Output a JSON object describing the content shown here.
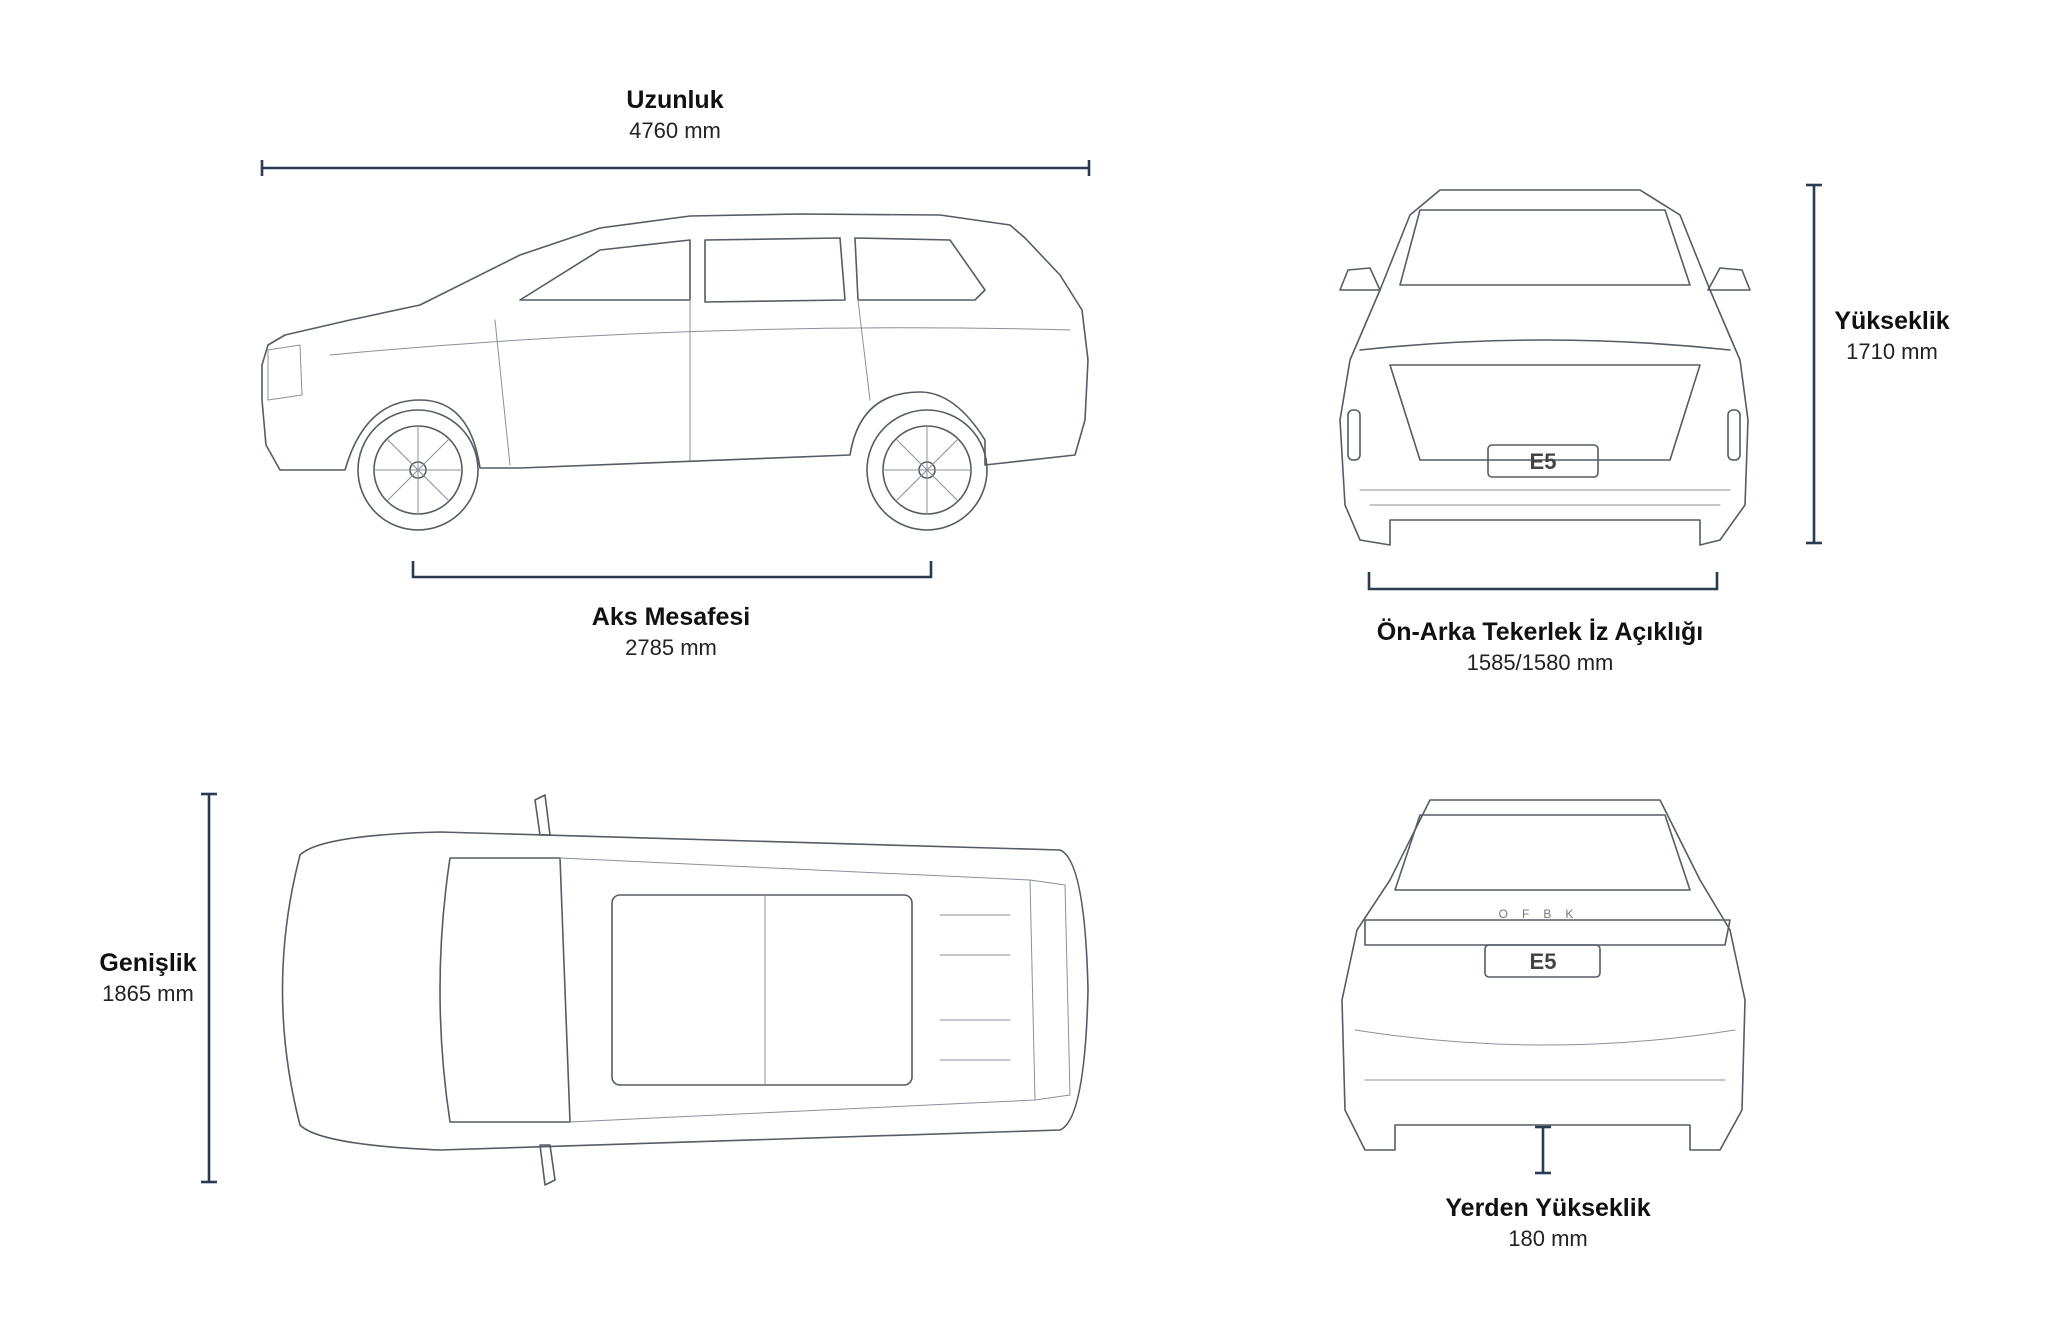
{
  "dimensions": {
    "length": {
      "label": "Uzunluk",
      "value": "4760 mm"
    },
    "wheelbase": {
      "label": "Aks Mesafesi",
      "value": "2785 mm"
    },
    "height": {
      "label": "Yükseklik",
      "value": "1710 mm"
    },
    "track": {
      "label": "Ön-Arka Tekerlek İz Açıklığı",
      "value": "1585/1580 mm"
    },
    "width": {
      "label": "Genişlik",
      "value": "1865 mm"
    },
    "ground_clearance": {
      "label": "Yerden Yükseklik",
      "value": "180 mm"
    }
  },
  "badges": {
    "model": "E5",
    "rear_brand": "OFBK"
  },
  "colors": {
    "dimension_line": "#2a3a50",
    "sketch": "#555c66"
  }
}
